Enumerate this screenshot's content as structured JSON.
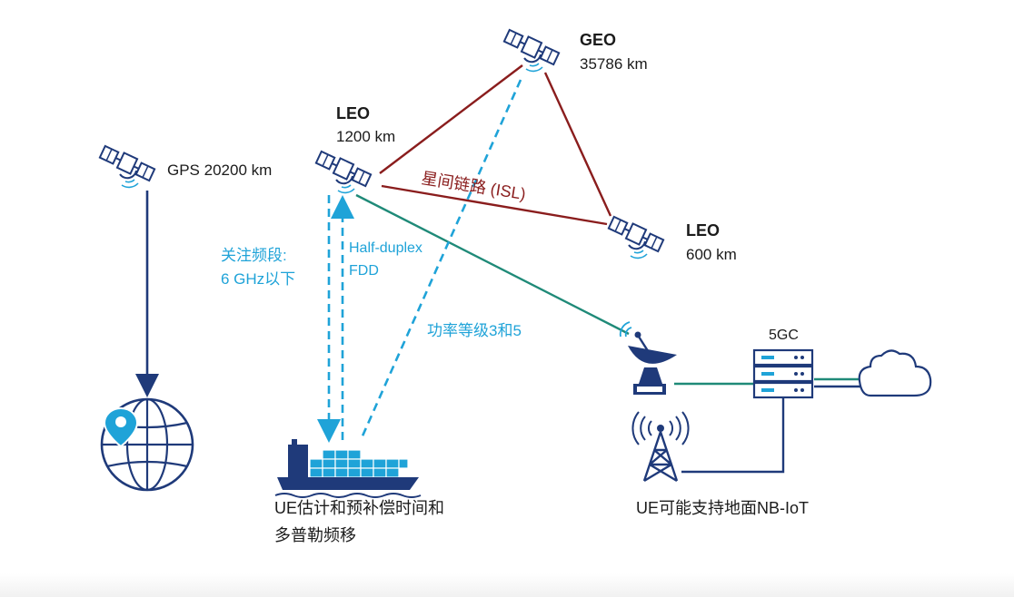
{
  "satellites": {
    "gps": {
      "label": "GPS 20200 km"
    },
    "geo": {
      "title": "GEO",
      "altitude": "35786 km"
    },
    "leo_1200": {
      "title": "LEO",
      "altitude": "1200 km"
    },
    "leo_600": {
      "title": "LEO",
      "altitude": "600 km"
    }
  },
  "links": {
    "isl": "星间链路 (ISL)",
    "focus_band_line1": "关注频段:",
    "focus_band_line2": "6 GHz以下",
    "duplex_line1": "Half-duplex",
    "duplex_line2": "FDD",
    "power_class": "功率等级3和5"
  },
  "ground": {
    "core_label": "5GC",
    "ue_ship_line1": "UE估计和预补偿时间和",
    "ue_ship_line2": "多普勒频移",
    "ue_terrestrial": "UE可能支持地面NB-IoT"
  },
  "colors": {
    "navy": "#1f3a7a",
    "isl_red": "#8a1d1d",
    "link_teal": "#1f8a78",
    "accent_blue": "#1fa3d8"
  }
}
